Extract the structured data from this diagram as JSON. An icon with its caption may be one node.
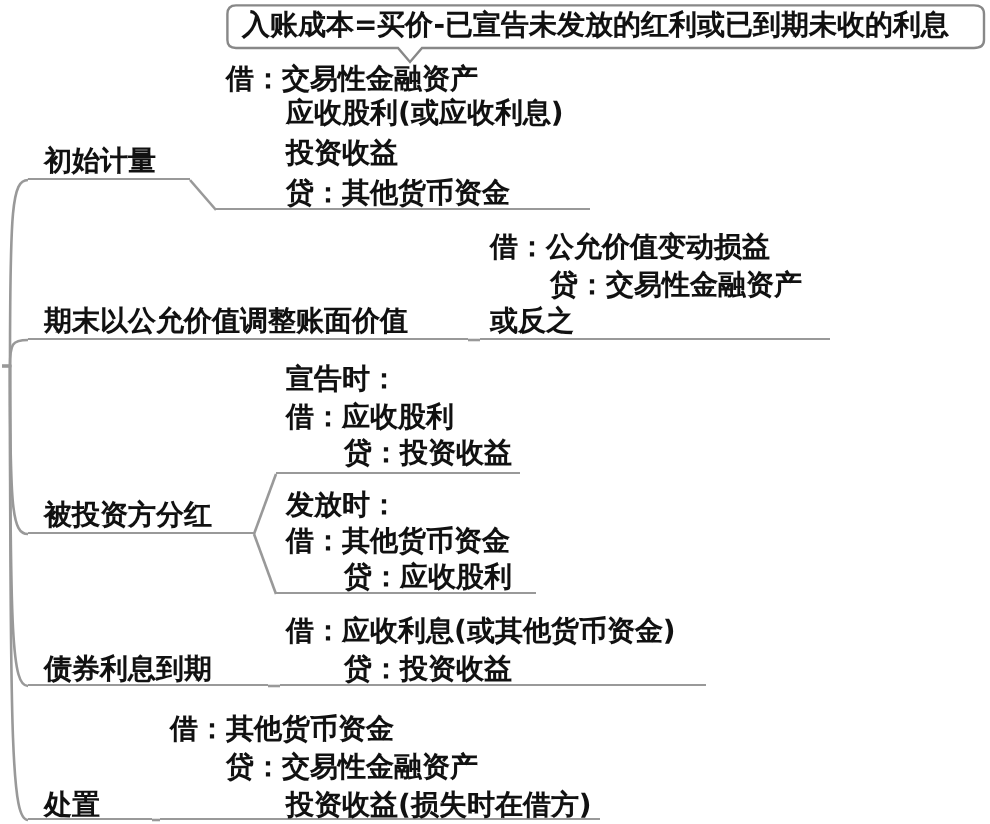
{
  "diagram": {
    "nodes": [
      {
        "text": [
          "初始计量"
        ]
      },
      {
        "text": [
          "借：交易性金融资产",
          "应收股利(或应收利息)",
          "投资收益",
          "贷：其他货币资金"
        ]
      },
      {
        "text": [
          "入账成本=买价-已宣告未发放的红利或已到期未收的利息"
        ]
      },
      {
        "text": [
          "期末以公允价值调整账面价值"
        ]
      },
      {
        "text": [
          "借：公允价值变动损益",
          "贷：交易性金融资产",
          "或反之"
        ]
      },
      {
        "text": [
          "被投资方分红"
        ]
      },
      {
        "text": [
          "宣告时：",
          "借：应收股利",
          "贷：投资收益"
        ]
      },
      {
        "text": [
          "发放时：",
          "借：其他货币资金",
          "贷：应收股利"
        ]
      },
      {
        "text": [
          "债券利息到期"
        ]
      },
      {
        "text": [
          "借：应收利息(或其他货币资金)",
          "贷：投资收益"
        ]
      },
      {
        "text": [
          "处置"
        ]
      },
      {
        "text": [
          "借：其他货币资金",
          "贷：交易性金融资产",
          "投资收益(损失时在借方)"
        ]
      }
    ],
    "edges": [
      {
        "from": null,
        "to": 0,
        "arrow": "none"
      },
      {
        "from": null,
        "to": 3,
        "arrow": "none"
      },
      {
        "from": null,
        "to": 5,
        "arrow": "none"
      },
      {
        "from": null,
        "to": 8,
        "arrow": "none"
      },
      {
        "from": null,
        "to": 10,
        "arrow": "none"
      },
      {
        "from": 0,
        "to": 1,
        "arrow": "none"
      },
      {
        "from": 3,
        "to": 4,
        "arrow": "none"
      },
      {
        "from": 5,
        "to": 6,
        "arrow": "none"
      },
      {
        "from": 5,
        "to": 7,
        "arrow": "none"
      },
      {
        "from": 8,
        "to": 9,
        "arrow": "none"
      },
      {
        "from": 10,
        "to": 11,
        "arrow": "none"
      }
    ]
  }
}
